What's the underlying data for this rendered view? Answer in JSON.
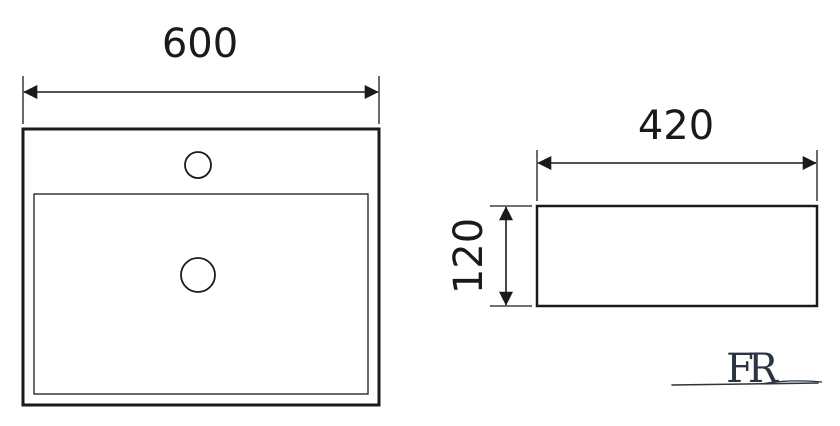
{
  "dimensions": {
    "top_width": "600",
    "side_width": "420",
    "side_height": "120"
  },
  "logo": {
    "text": "FR"
  },
  "colors": {
    "line": "#1a1a1a",
    "logo": "#2b3440",
    "background": "#ffffff"
  }
}
